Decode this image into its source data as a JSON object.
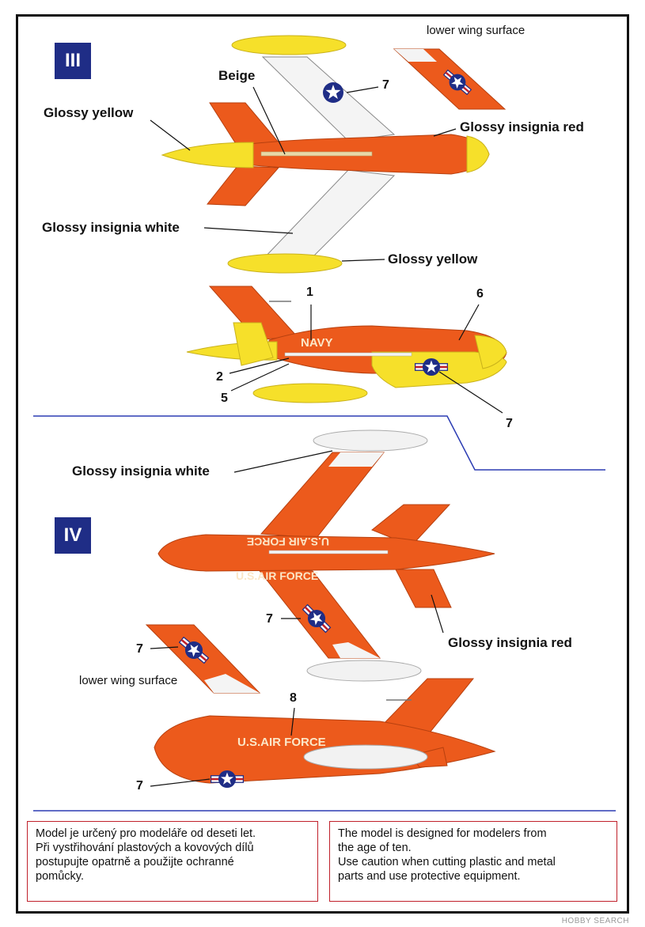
{
  "scheme_iii": {
    "badge": "III",
    "labels": {
      "lower_wing_surface": "lower wing surface",
      "beige": "Beige",
      "glossy_yellow_nose": "Glossy yellow",
      "glossy_insignia_red": "Glossy insignia red",
      "glossy_insignia_white": "Glossy insignia white",
      "glossy_yellow_tank": "Glossy yellow"
    },
    "side_text": "NAVY",
    "callouts": [
      "7",
      "1",
      "6",
      "2",
      "5",
      "7"
    ]
  },
  "scheme_iv": {
    "badge": "IV",
    "labels": {
      "glossy_insignia_white": "Glossy insignia white",
      "glossy_insignia_red": "Glossy insignia red",
      "lower_wing_surface": "lower wing surface"
    },
    "top_text": "U.S.AIR FORCE",
    "side_text": "U.S.AIR FORCE",
    "callouts": [
      "7",
      "7",
      "8",
      "7"
    ]
  },
  "notes": {
    "czech": [
      "Model je určený pro modeláře od deseti let.",
      "Při vystřihování plastových a kovových dílů",
      "postupujte opatrně a použijte ochranné",
      "pomůcky."
    ],
    "english": [
      "The model is designed for modelers from",
      "the age of ten.",
      "Use caution when cutting plastic and metal",
      "parts and use protective equipment."
    ]
  },
  "watermark": "HOBBY SEARCH",
  "colors": {
    "orange": "#ec5a1c",
    "yellow": "#f6e02a",
    "white": "#f3f3f3",
    "badge_blue": "#1f2d86",
    "divider_blue": "#2b3cb3",
    "note_border": "#c0202a"
  }
}
